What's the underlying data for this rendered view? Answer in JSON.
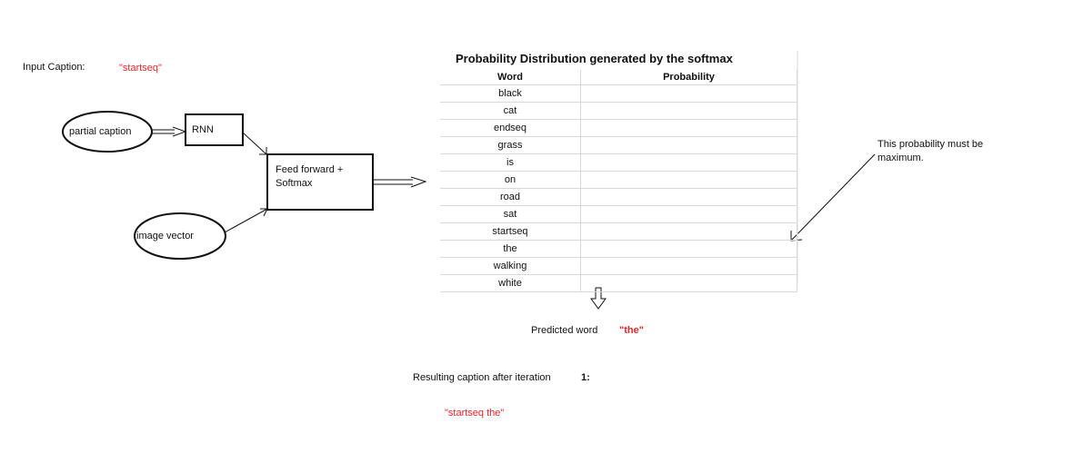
{
  "input_caption": {
    "label": "Input Caption:",
    "value": "\"startseq\""
  },
  "nodes": {
    "partial_caption": "partial caption",
    "rnn": "RNN",
    "feed_forward_line1": "Feed forward +",
    "feed_forward_line2": "Softmax",
    "image_vector": "image vector"
  },
  "table": {
    "title": "Probability Distribution generated by the softmax",
    "headers": [
      "Word",
      "Probability"
    ],
    "rows": [
      {
        "word": "black",
        "probability": ""
      },
      {
        "word": "cat",
        "probability": ""
      },
      {
        "word": "endseq",
        "probability": ""
      },
      {
        "word": "grass",
        "probability": ""
      },
      {
        "word": "is",
        "probability": ""
      },
      {
        "word": "on",
        "probability": ""
      },
      {
        "word": "road",
        "probability": ""
      },
      {
        "word": "sat",
        "probability": ""
      },
      {
        "word": "startseq",
        "probability": ""
      },
      {
        "word": "the",
        "probability": ""
      },
      {
        "word": "walking",
        "probability": ""
      },
      {
        "word": "white",
        "probability": ""
      }
    ]
  },
  "annotation": {
    "line1": "This probability must be",
    "line2": "maximum."
  },
  "prediction": {
    "label": "Predicted word",
    "value": "\"the\""
  },
  "result": {
    "label": "Resulting caption after iteration",
    "iteration": "1:",
    "caption": "\"startseq the\""
  },
  "colors": {
    "highlight": "#e5262a",
    "line": "#111111",
    "grid": "#d9d9d9"
  }
}
